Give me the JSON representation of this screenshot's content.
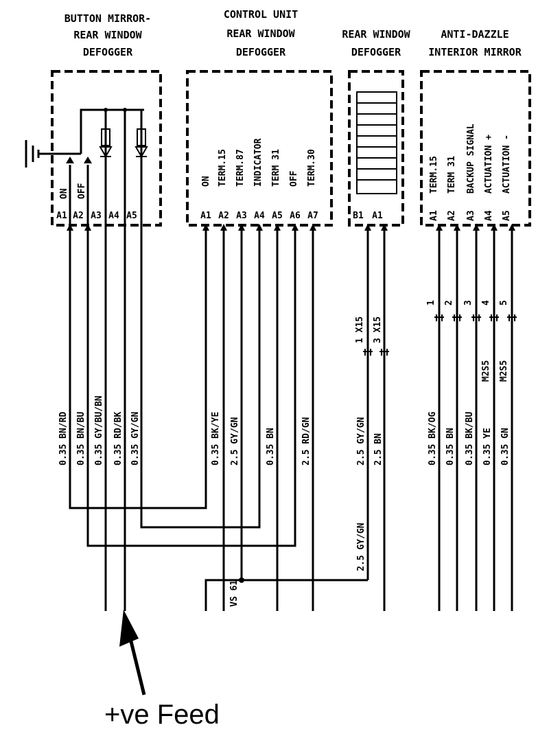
{
  "components": {
    "button_mirror": {
      "title": [
        "BUTTON MIRROR-",
        "REAR WINDOW",
        "DEFOGGER"
      ],
      "contacts": [
        "ON",
        "OFF"
      ],
      "pins": [
        "A1",
        "A2",
        "A3",
        "A4",
        "A5"
      ]
    },
    "control_unit": {
      "title": [
        "CONTROL UNIT",
        "REAR WINDOW",
        "DEFOGGER"
      ],
      "functions": [
        "ON",
        "TERM.15",
        "TERM.87",
        "INDICATOR",
        "TERM 31",
        "OFF",
        "TERM.30"
      ],
      "pins": [
        "A1",
        "A2",
        "A3",
        "A4",
        "A5",
        "A6",
        "A7"
      ]
    },
    "defogger": {
      "title": [
        "REAR WINDOW",
        "DEFOGGER"
      ],
      "pins": [
        "B1",
        "A1"
      ]
    },
    "mirror": {
      "title": [
        "ANTI-DAZZLE",
        "INTERIOR MIRROR"
      ],
      "functions": [
        "TERM.15",
        "TERM 31",
        "BACKUP SIGNAL",
        "ACTUATION +",
        "ACTUATION -"
      ],
      "pins": [
        "A1",
        "A2",
        "A3",
        "A4",
        "A5"
      ]
    }
  },
  "wires": {
    "button": [
      "0.35 BN/RD",
      "0.35 BN/BU",
      "0.35 GY/BU/BN",
      "0.35 RD/BK",
      "0.35 GY/GN"
    ],
    "control": [
      "0.35 BK/YE",
      "2.5 GY/GN",
      "0.35 BN",
      "2.5 RD/GN"
    ],
    "defogger": [
      "2.5 GY/GN",
      "2.5 BN"
    ],
    "mirror": [
      "0.35 BK/OG",
      "0.35 BN",
      "0.35 BK/BU",
      "0.35 YE",
      "0.35 GN"
    ]
  },
  "connectors": {
    "defogger": [
      "1 X15",
      "3 X15"
    ],
    "mirror_pins": [
      "1",
      "2",
      "3",
      "4",
      "5"
    ],
    "mirror_shield": [
      "M2S5",
      "M2S5"
    ]
  },
  "splice": {
    "label": "VS 61",
    "wire": "2.5 GY/GN"
  },
  "annotation": {
    "feed_label": "+ve Feed"
  }
}
